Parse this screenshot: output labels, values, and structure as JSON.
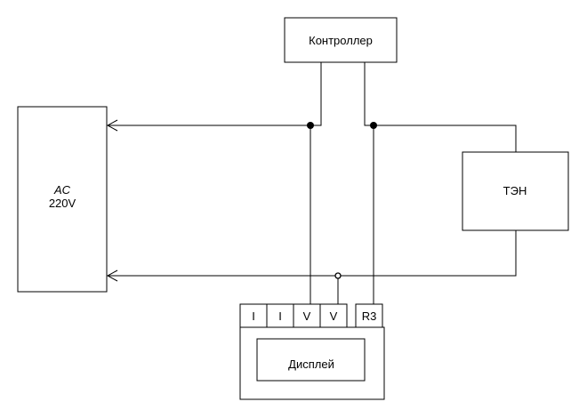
{
  "controller": {
    "label": "Контроллер"
  },
  "ac_source": {
    "label_line1": "AC",
    "label_line2": "220V"
  },
  "heater": {
    "label": "ТЭН"
  },
  "display": {
    "label": "Дисплей",
    "terminals": [
      "I",
      "I",
      "V",
      "V",
      "R3"
    ]
  }
}
